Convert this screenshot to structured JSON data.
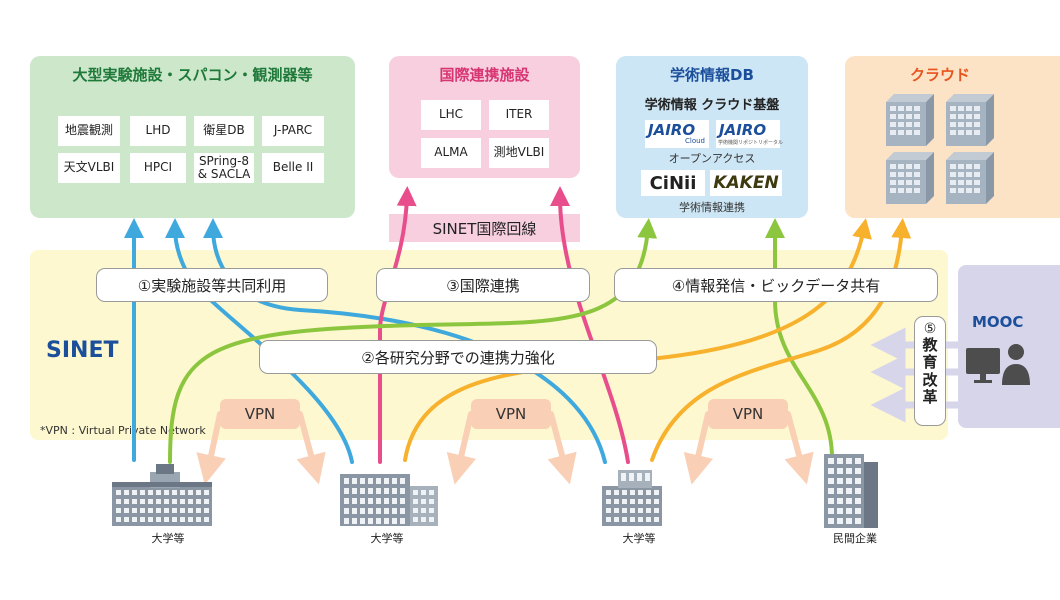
{
  "facilities": {
    "title": "大型実験施設・スパコン・観測器等",
    "items": [
      "地震観測",
      "LHD",
      "衛星DB",
      "J-PARC",
      "天文VLBI",
      "HPCI",
      "SPring-8\n& SACLA",
      "Belle II"
    ]
  },
  "international": {
    "title": "国際連携施設",
    "items": [
      "LHC",
      "ITER",
      "ALMA",
      "測地VLBI"
    ],
    "line_label": "SINET国際回線"
  },
  "academic": {
    "title": "学術情報DB",
    "subtitle": "学術情報 クラウド基盤",
    "logo_jairo_cloud": "JAIRO",
    "logo_jairo_cloud_sub": "Cloud",
    "logo_jairo": "JAIRO",
    "logo_jairo_sub": "学術機関リポジトリポータル",
    "open_access": "オープンアクセス",
    "logo_cinii": "CiNii",
    "logo_kaken": "KAKEN",
    "link_text": "学術情報連携"
  },
  "cloud": {
    "title": "クラウド"
  },
  "sinet": {
    "name": "SINET",
    "pill1": "①実験施設等共同利用",
    "pill2": "②各研究分野での連携力強化",
    "pill3": "③国際連携",
    "pill4": "④情報発信・ビックデータ共有",
    "pill5_num": "⑤",
    "pill5_text": [
      "教",
      "育",
      "改",
      "革"
    ],
    "vpn": "VPN",
    "footnote": "*VPN : Virtual Private Network"
  },
  "mooc": {
    "label": "MOOC"
  },
  "sites": [
    "大学等",
    "大学等",
    "大学等",
    "民間企業"
  ],
  "colors": {
    "blue": "#3fa9dd",
    "green": "#8cc63f",
    "pink": "#e94e8c",
    "orange": "#f7b12d",
    "facilities_bg": "#cde7cb",
    "facilities_title": "#1f7a3a",
    "international_bg": "#f7cfdf",
    "international_title": "#d83672",
    "academic_bg": "#cde6f5",
    "academic_title": "#1b4f9c",
    "cloud_bg": "#fde3c6",
    "cloud_title": "#e8541e",
    "sinet_bg": "#fdf8cf",
    "sinet_title": "#1b4f9c",
    "mooc_bg": "#d7d5ea",
    "mooc_title": "#1b4f9c"
  }
}
